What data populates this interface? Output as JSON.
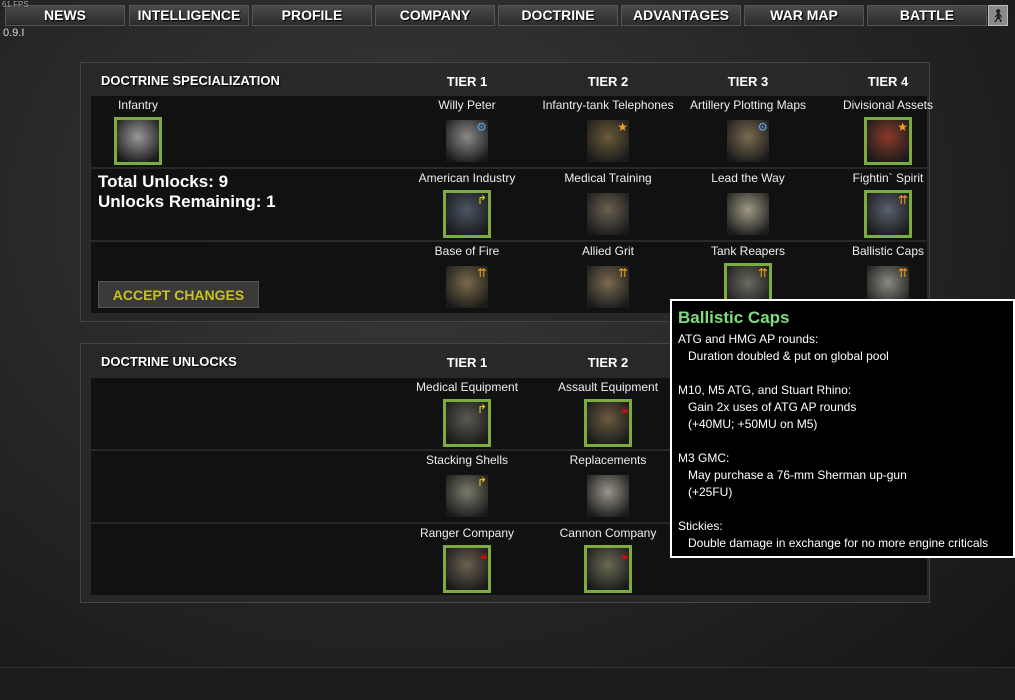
{
  "fps": "61 FPS",
  "version": "0.9.I",
  "nav": [
    "NEWS",
    "INTELLIGENCE",
    "PROFILE",
    "COMPANY",
    "DOCTRINE",
    "ADVANTAGES",
    "WAR MAP",
    "BATTLE"
  ],
  "nav_icon": "soldier-icon",
  "spec": {
    "title": "DOCTRINE SPECIALIZATION",
    "tiers": [
      "TIER 1",
      "TIER 2",
      "TIER 3",
      "TIER 4"
    ],
    "doctrine": {
      "label": "Infantry",
      "icon": "infantry-badge-icon",
      "selected": true
    },
    "total_unlocks": "Total Unlocks: 9",
    "unlocks_remaining": "Unlocks Remaining: 1",
    "accept": "ACCEPT CHANGES",
    "rows": [
      [
        {
          "label": "Willy Peter",
          "badge": "gear",
          "selected": false,
          "color": "#8a8a8a"
        },
        {
          "label": "Infantry-tank Telephones",
          "badge": "star",
          "selected": false,
          "color": "#6b5a3a"
        },
        {
          "label": "Artillery Plotting Maps",
          "badge": "gear",
          "selected": false,
          "color": "#7a6a50"
        },
        {
          "label": "Divisional Assets",
          "badge": "star",
          "selected": true,
          "color": "#8a3a2a"
        }
      ],
      [
        {
          "label": "American Industry",
          "badge": "arrow",
          "selected": true,
          "color": "#4a5565"
        },
        {
          "label": "Medical Training",
          "badge": "none",
          "selected": false,
          "color": "#6a6050"
        },
        {
          "label": "Lead the Way",
          "badge": "none",
          "selected": false,
          "color": "#a09a85"
        },
        {
          "label": "Fightin` Spirit",
          "badge": "arrow2",
          "selected": true,
          "color": "#5a6070"
        }
      ],
      [
        {
          "label": "Base of Fire",
          "badge": "arrow2",
          "selected": false,
          "color": "#7a6a4a"
        },
        {
          "label": "Allied Grit",
          "badge": "arrow2",
          "selected": false,
          "color": "#7a6a50"
        },
        {
          "label": "Tank Reapers",
          "badge": "arrow2",
          "selected": true,
          "color": "#6a6a60"
        },
        {
          "label": "Ballistic Caps",
          "badge": "arrow2",
          "selected": false,
          "color": "#8a8a80"
        }
      ]
    ]
  },
  "unlocks": {
    "title": "DOCTRINE UNLOCKS",
    "tiers": [
      "TIER 1",
      "TIER 2"
    ],
    "rows": [
      [
        {
          "label": "Medical Equipment",
          "badge": "arrow",
          "selected": true,
          "color": "#5a5a50"
        },
        {
          "label": "Assault Equipment",
          "badge": "lock",
          "selected": true,
          "color": "#6a5a40"
        }
      ],
      [
        {
          "label": "Stacking Shells",
          "badge": "arrow",
          "selected": false,
          "color": "#7a7a6a"
        },
        {
          "label": "Replacements",
          "badge": "none",
          "selected": false,
          "color": "#9a958a"
        }
      ],
      [
        {
          "label": "Ranger Company",
          "badge": "lock",
          "selected": true,
          "color": "#6a6050"
        },
        {
          "label": "Cannon Company",
          "badge": "lock",
          "selected": true,
          "color": "#6a6a55"
        }
      ]
    ]
  },
  "tooltip": {
    "title": "Ballistic Caps",
    "lines": [
      "ATG and HMG AP rounds:",
      "   Duration doubled & put on global pool",
      "",
      "M10, M5 ATG, and Stuart Rhino:",
      "   Gain 2x uses of ATG AP rounds",
      "   (+40MU; +50MU on M5)",
      "",
      "M3 GMC:",
      "   May purchase a 76-mm Sherman up-gun",
      "   (+25FU)",
      "",
      "Stickies:",
      "   Double damage in exchange for no more engine criticals"
    ]
  },
  "colors": {
    "selected_border": "#7cab3f",
    "accept_text": "#c9c21d",
    "tooltip_title": "#7fdc7f"
  }
}
